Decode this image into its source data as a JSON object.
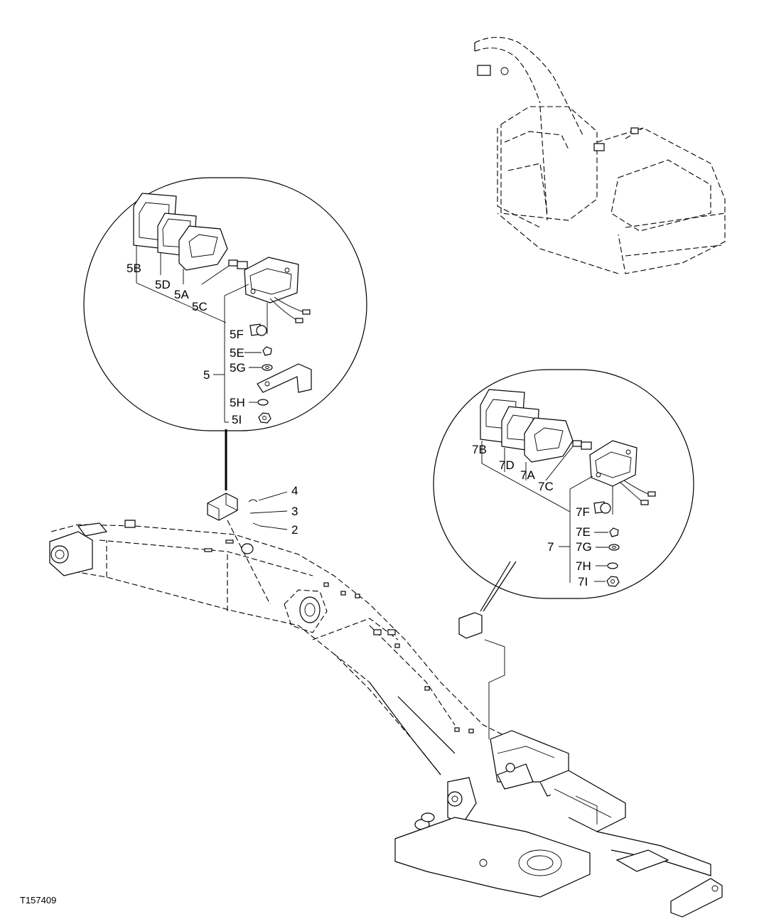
{
  "figure_id": "T157409",
  "callouts_top": {
    "b": "5B",
    "d": "5D",
    "a": "5A",
    "c": "5C",
    "f": "5F",
    "e": "5E",
    "asm": "5",
    "g": "5G",
    "h": "5H",
    "i": "5I"
  },
  "callouts_right": {
    "b": "7B",
    "d": "7D",
    "a": "7A",
    "c": "7C",
    "f": "7F",
    "e": "7E",
    "asm": "7",
    "g": "7G",
    "h": "7H",
    "i": "7I"
  },
  "callouts_boom": {
    "n4": "4",
    "n3": "3",
    "n2": "2"
  }
}
